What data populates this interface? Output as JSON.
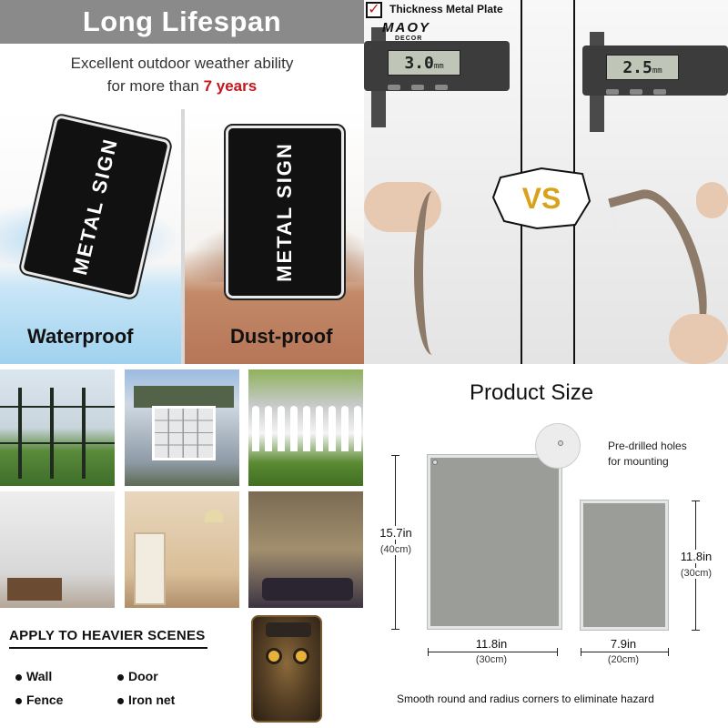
{
  "lifespan": {
    "title": "Long Lifespan",
    "subtitle_line1": "Excellent outdoor weather ability",
    "subtitle_line2_prefix": "for more than ",
    "subtitle_line2_highlight": "7 years",
    "sign_text": "METAL SIGN",
    "label_left": "Waterproof",
    "label_right": "Dust-proof"
  },
  "thickness": {
    "title": "Thickness Metal Plate",
    "logo": "MAOY",
    "logo_sub": "DECOR",
    "reading_left": "3.0",
    "reading_right": "2.5",
    "unit": "mm",
    "vs": "VS"
  },
  "scenes": {
    "heading": "APPLY TO HEAVIER SCENES",
    "items": [
      "Wall",
      "Door",
      "Fence",
      "Iron net"
    ]
  },
  "size": {
    "title": "Product Size",
    "holes_line1": "Pre-drilled holes",
    "holes_line2": "for mounting",
    "big_height": "15.7in",
    "big_height_cm": "(40cm)",
    "big_width": "11.8in",
    "big_width_cm": "(30cm)",
    "small_height": "11.8in",
    "small_height_cm": "(30cm)",
    "small_width": "7.9in",
    "small_width_cm": "(20cm)",
    "footer": "Smooth round and radius corners to eliminate hazard"
  },
  "colors": {
    "banner_gray": "#8a8a8a",
    "highlight_red": "#c4161c",
    "vs_gold": "#d9a21b",
    "plate_gray": "#9a9d98"
  }
}
